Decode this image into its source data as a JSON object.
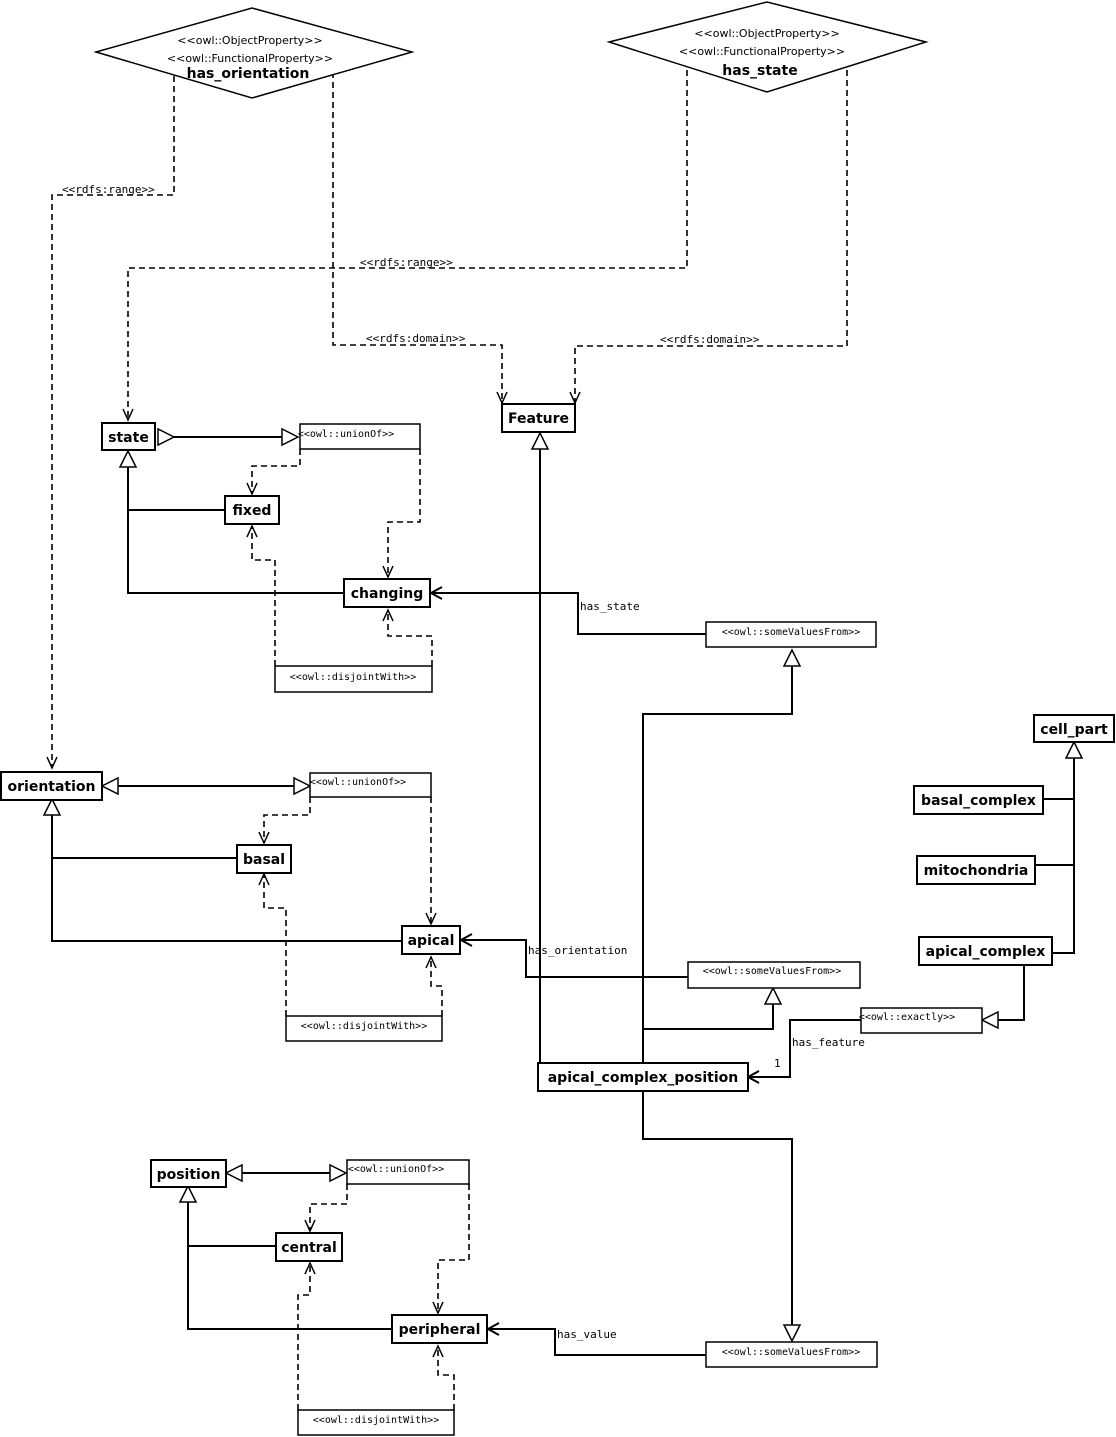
{
  "properties": {
    "has_orientation": {
      "stereotype_object": "<<owl::ObjectProperty>>",
      "stereotype_functional": "<<owl::FunctionalProperty>>",
      "name": "has_orientation"
    },
    "has_state": {
      "stereotype_object": "<<owl::ObjectProperty>>",
      "stereotype_functional": "<<owl::FunctionalProperty>>",
      "name": "has_state"
    }
  },
  "classes": {
    "state": "state",
    "fixed": "fixed",
    "changing": "changing",
    "feature": "Feature",
    "orientation": "orientation",
    "basal": "basal",
    "apical": "apical",
    "cell_part": "cell_part",
    "basal_complex": "basal_complex",
    "mitochondria": "mitochondria",
    "apical_complex": "apical_complex",
    "apical_complex_position": "apical_complex_position",
    "position": "position",
    "central": "central",
    "peripheral": "peripheral"
  },
  "stereotypes": {
    "union_state": "<<owl::unionOf>>",
    "disjoint_state": "<<owl::disjointWith>>",
    "some_state": "<<owl::someValuesFrom>>",
    "union_orientation": "<<owl::unionOf>>",
    "disjoint_orientation": "<<owl::disjointWith>>",
    "some_orientation": "<<owl::someValuesFrom>>",
    "exactly": "<<owl::exactly>>",
    "union_position": "<<owl::unionOf>>",
    "disjoint_position": "<<owl::disjointWith>>",
    "some_position": "<<owl::someValuesFrom>>"
  },
  "edge_labels": {
    "range_orientation": "<<rdfs:range>>",
    "range_state": "<<rdfs:range>>",
    "domain_orientation": "<<rdfs:domain>>",
    "domain_state": "<<rdfs:domain>>",
    "has_state": "has_state",
    "has_orientation": "has_orientation",
    "has_feature": "has_feature",
    "cardinality": "1",
    "has_value": "has_value"
  }
}
